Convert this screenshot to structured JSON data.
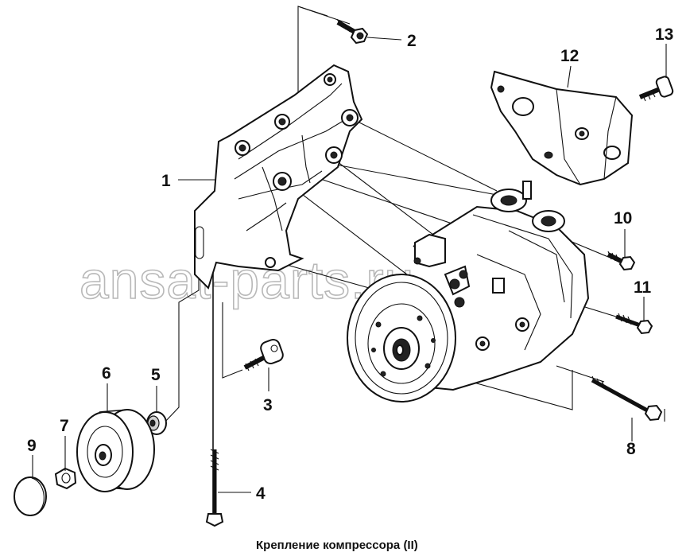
{
  "caption": "Крепление компрессора (II)",
  "watermark": "ansat-parts.ru",
  "callouts": [
    {
      "id": "1",
      "label": "1"
    },
    {
      "id": "2",
      "label": "2"
    },
    {
      "id": "3",
      "label": "3"
    },
    {
      "id": "4",
      "label": "4"
    },
    {
      "id": "5",
      "label": "5"
    },
    {
      "id": "6",
      "label": "6"
    },
    {
      "id": "7",
      "label": "7"
    },
    {
      "id": "8",
      "label": "8"
    },
    {
      "id": "9",
      "label": "9"
    },
    {
      "id": "10",
      "label": "10"
    },
    {
      "id": "11",
      "label": "11"
    },
    {
      "id": "12",
      "label": "12"
    },
    {
      "id": "13",
      "label": "13"
    }
  ]
}
